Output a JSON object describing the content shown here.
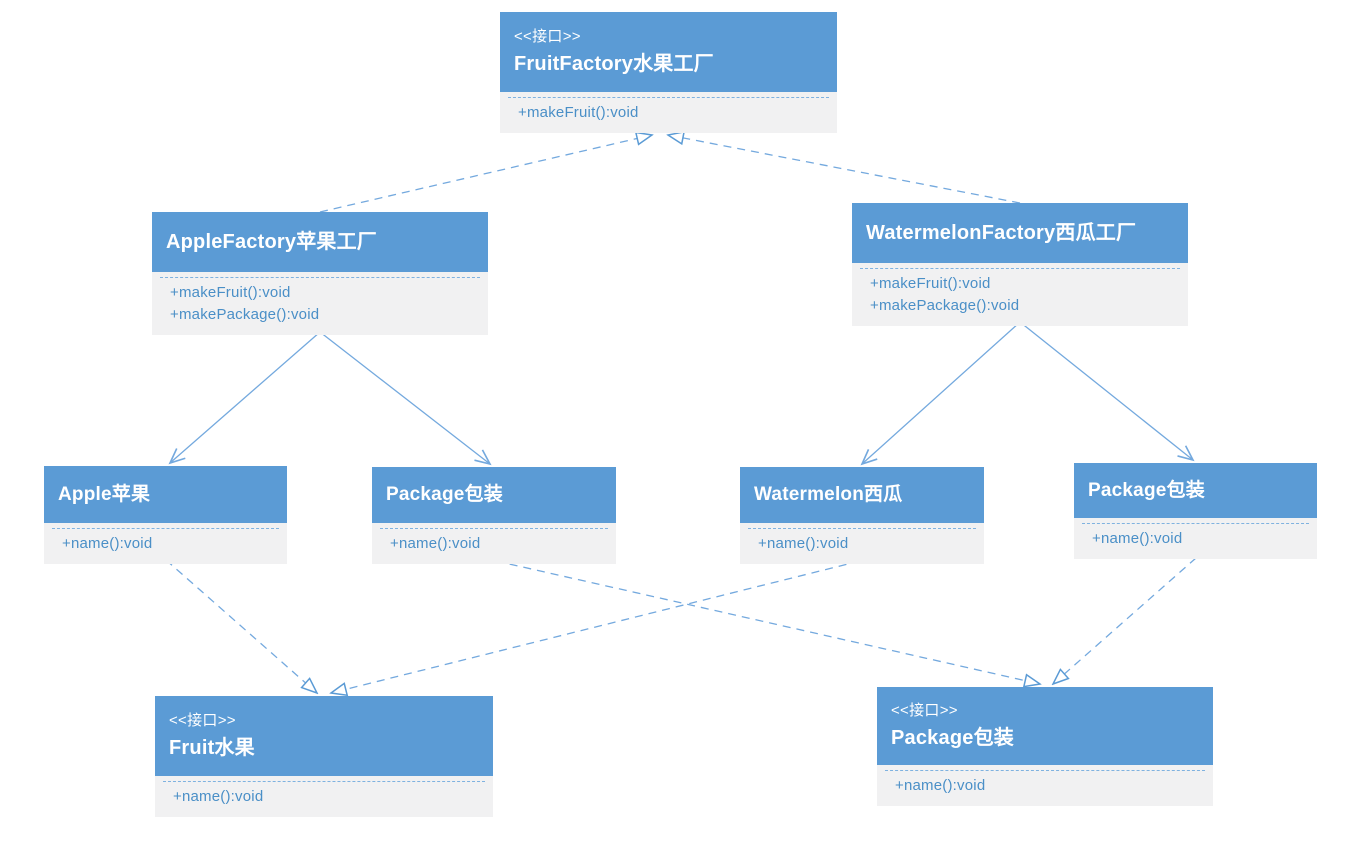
{
  "diagram": {
    "title": "Abstract factory UML class diagram",
    "colors": {
      "header_blue": "#5b9bd5",
      "body_gray": "#f1f1f2",
      "line_blue": "#74a9de",
      "method_text_blue": "#4a8fc7"
    },
    "nodes": [
      {
        "id": "fruit-factory-interface",
        "stereotype": "<<接口>>",
        "name": "FruitFactory水果工厂",
        "methods": [
          "+makeFruit():void"
        ]
      },
      {
        "id": "apple-factory",
        "name": "AppleFactory苹果工厂",
        "methods": [
          "+makeFruit():void",
          "+makePackage():void"
        ]
      },
      {
        "id": "watermelon-factory",
        "name": "WatermelonFactory西瓜工厂",
        "methods": [
          "+makeFruit():void",
          "+makePackage():void"
        ]
      },
      {
        "id": "apple",
        "name": "Apple苹果",
        "methods": [
          "+name():void"
        ]
      },
      {
        "id": "package-product-left",
        "name": "Package包装",
        "methods": [
          "+name():void"
        ]
      },
      {
        "id": "watermelon",
        "name": "Watermelon西瓜",
        "methods": [
          "+name():void"
        ]
      },
      {
        "id": "package-product-right",
        "name": "Package包装",
        "methods": [
          "+name():void"
        ]
      },
      {
        "id": "fruit-interface",
        "stereotype": "<<接口>>",
        "name": "Fruit水果",
        "methods": [
          "+name():void"
        ]
      },
      {
        "id": "package-interface",
        "stereotype": "<<接口>>",
        "name": "Package包装",
        "methods": [
          "+name():void"
        ]
      }
    ],
    "relations": [
      {
        "from": "AppleFactory苹果工厂",
        "to": "FruitFactory水果工厂",
        "type": "realization-dashed-hollow-triangle"
      },
      {
        "from": "WatermelonFactory西瓜工厂",
        "to": "FruitFactory水果工厂",
        "type": "realization-dashed-hollow-triangle"
      },
      {
        "from": "AppleFactory苹果工厂",
        "to": "Apple苹果",
        "type": "association-solid-open-arrow"
      },
      {
        "from": "AppleFactory苹果工厂",
        "to": "Package包装",
        "type": "association-solid-open-arrow"
      },
      {
        "from": "WatermelonFactory西瓜工厂",
        "to": "Watermelon西瓜",
        "type": "association-solid-open-arrow"
      },
      {
        "from": "WatermelonFactory西瓜工厂",
        "to": "Package包装",
        "type": "association-solid-open-arrow"
      },
      {
        "from": "Apple苹果",
        "to": "Fruit水果",
        "type": "realization-dashed-hollow-triangle"
      },
      {
        "from": "Watermelon西瓜",
        "to": "Fruit水果",
        "type": "realization-dashed-hollow-triangle"
      },
      {
        "from": "Package包装(left)",
        "to": "Package包装(interface)",
        "type": "realization-dashed-hollow-triangle"
      },
      {
        "from": "Package包装(right)",
        "to": "Package包装(interface)",
        "type": "realization-dashed-hollow-triangle"
      }
    ]
  }
}
